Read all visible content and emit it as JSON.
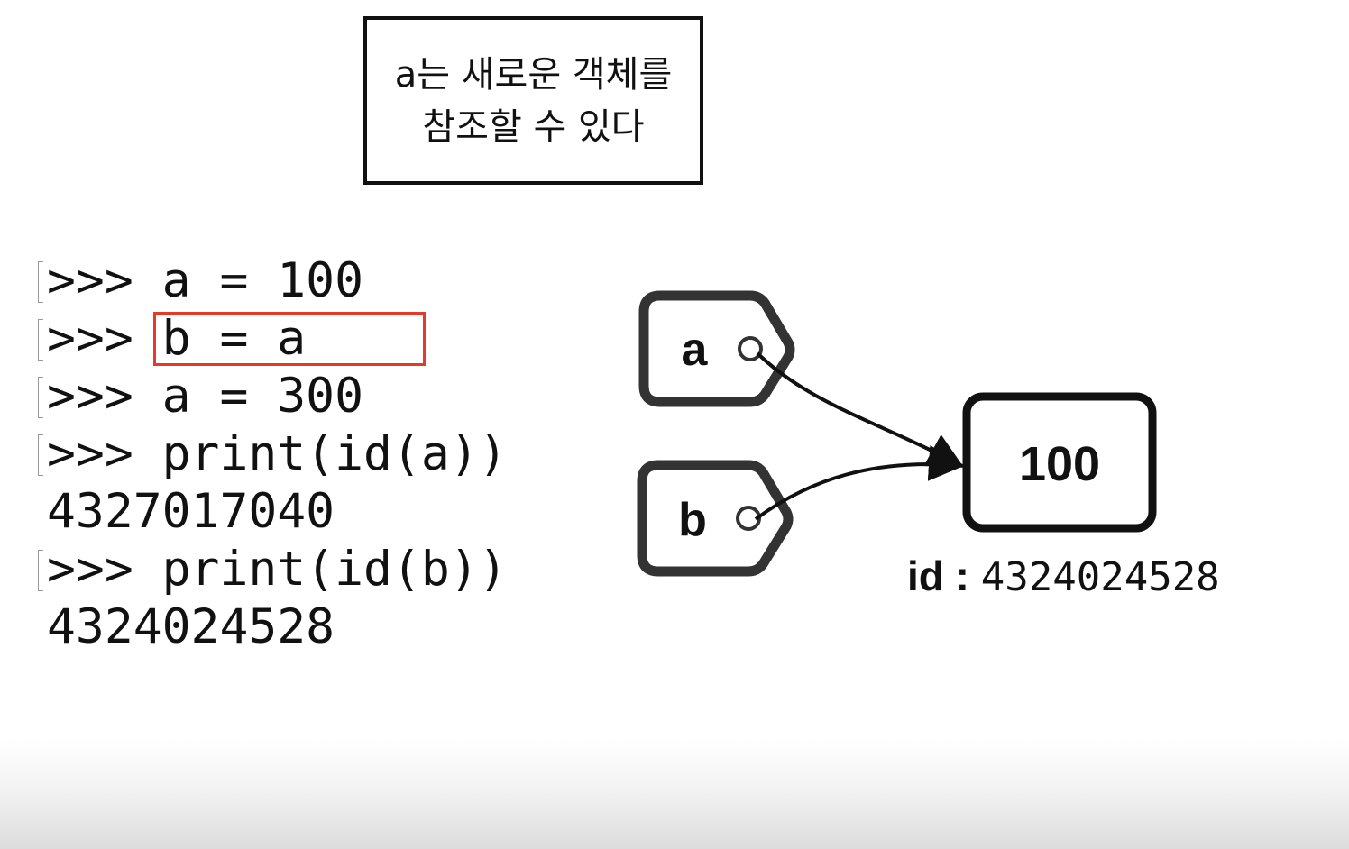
{
  "note": {
    "line1": "a는 새로운 객체를",
    "line2": "참조할 수 있다"
  },
  "repl": {
    "lines": [
      {
        "prompt": true,
        "text": ">>> a = 100"
      },
      {
        "prompt": true,
        "text": ">>> b = a"
      },
      {
        "prompt": true,
        "text": ">>> a = 300"
      },
      {
        "prompt": true,
        "text": ">>> print(id(a))"
      },
      {
        "prompt": false,
        "text": "4327017040"
      },
      {
        "prompt": true,
        "text": ">>> print(id(b))"
      },
      {
        "prompt": false,
        "text": "4324024528"
      }
    ],
    "highlighted_line": 1,
    "highlight_color": "#e53a2a"
  },
  "diagram": {
    "tag_a": "a",
    "tag_b": "b",
    "object_value": "100",
    "id_key": "id :",
    "id_value": "4324024528"
  }
}
